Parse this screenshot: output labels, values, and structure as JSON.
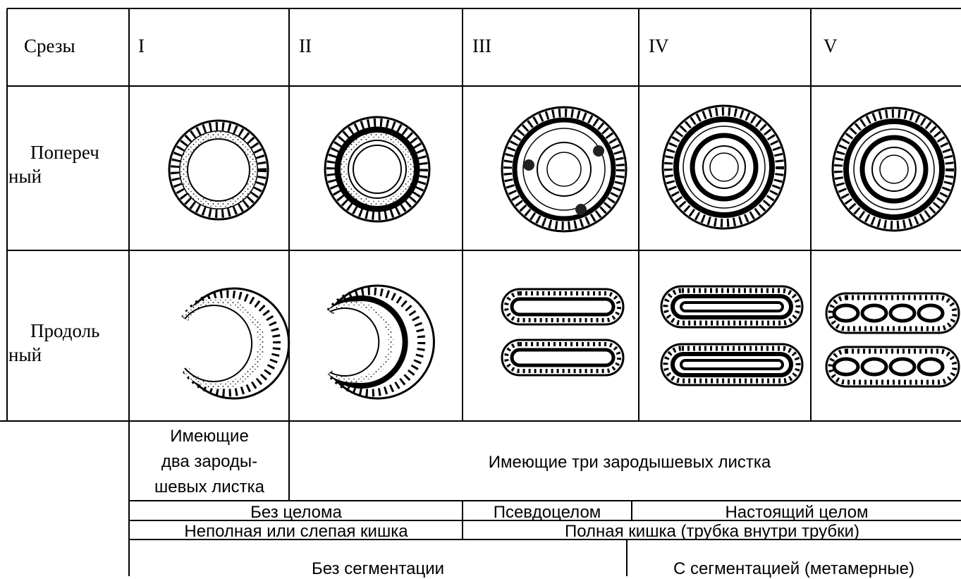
{
  "table": {
    "corner_label": "Срезы",
    "columns": [
      "I",
      "II",
      "III",
      "IV",
      "V"
    ],
    "rows": [
      {
        "label": "Попереч ный",
        "label_lines": [
          "Попереч",
          "ный"
        ]
      },
      {
        "label": "Продоль ный",
        "label_lines": [
          "Продоль",
          "ный"
        ]
      }
    ]
  },
  "classification": {
    "germ_layers": {
      "two": "Имеющие два зароды-шевых листка",
      "two_lines": [
        "Имеющие",
        "два зароды-",
        "шевых листка"
      ],
      "three": "Имеющие три зародышевых листка"
    },
    "body_cavity": {
      "no_coelom": "Без целома",
      "pseudocoelom": "Псевдоцелом",
      "true_coelom": "Настоящий целом"
    },
    "gut": {
      "incomplete": "Неполная или слепая кишка",
      "complete": "Полная кишка (трубка внутри трубки)"
    },
    "segmentation": {
      "none": "Без сегментации",
      "segmented": "С сегментацией (метамерные)"
    }
  },
  "colors": {
    "ink": "#000000",
    "background": "#ffffff"
  }
}
